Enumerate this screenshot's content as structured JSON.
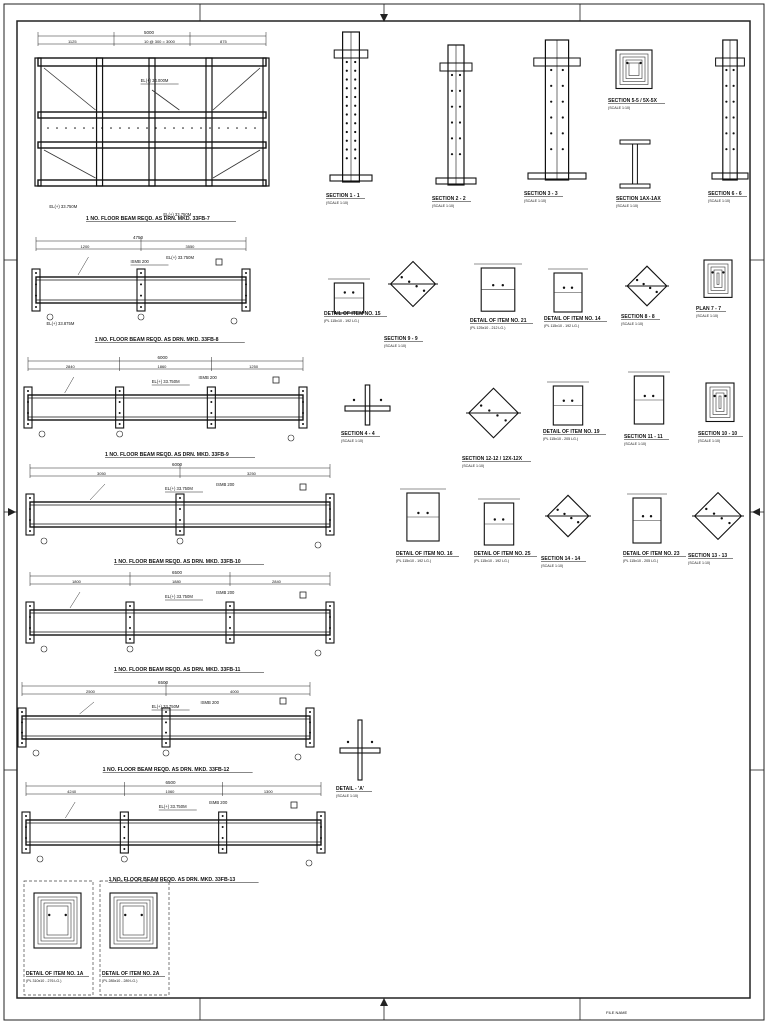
{
  "sheet": {
    "footer_note": "FILE NAME"
  },
  "beams": [
    {
      "caption": "1 NO. FLOOR BEAM REQD. AS DRN. MKD. 33FB-7",
      "overall": "5000",
      "dims": [
        "1125",
        "10 @ 300 = 3000",
        "875"
      ],
      "level1": "EL(+) 34.000M",
      "level2": "EL(+) 33.750M",
      "level3": "EL(+) 33.750M"
    },
    {
      "caption": "1 NO. FLOOR BEAM REQD. AS DRN. MKD. 33FB-8",
      "overall": "4750",
      "dims": [
        "1200",
        "3550"
      ],
      "level1": "ISMB 200",
      "level2": "EL(+) 33.750M",
      "level3": "EL(+) 33.875M"
    },
    {
      "caption": "1 NO. FLOOR BEAM REQD. AS DRN. MKD. 33FB-9",
      "overall": "6000",
      "dims": [
        "2840",
        "1860",
        "1250"
      ],
      "level1": "EL(+) 33.750M",
      "level2": "ISMB 200",
      "level3": ""
    },
    {
      "caption": "1 NO. FLOOR BEAM REQD. AS DRN. MKD. 33FB-10",
      "overall": "6000",
      "dims": [
        "3050",
        "3250"
      ],
      "level1": "EL(+) 33.750M",
      "level2": "ISMB 200",
      "level3": ""
    },
    {
      "caption": "1 NO. FLOOR BEAM REQD. AS DRN. MKD. 33FB-11",
      "overall": "6500",
      "dims": [
        "1800",
        "1880",
        "2840"
      ],
      "level1": "EL(+) 33.750M",
      "level2": "ISMB 200",
      "level3": ""
    },
    {
      "caption": "1 NO. FLOOR BEAM REQD. AS DRN. MKD. 33FB-12",
      "overall": "6500",
      "dims": [
        "2500",
        "4000"
      ],
      "level1": "EL(+) 33.750M",
      "level2": "ISMB 200",
      "level3": ""
    },
    {
      "caption": "1 NO. FLOOR BEAM REQD. AS DRN. MKD. 33FB-13",
      "overall": "6500",
      "dims": [
        "4240",
        "1060",
        "1300"
      ],
      "level1": "EL(+) 33.750M",
      "level2": "ISMB 200",
      "level3": ""
    }
  ],
  "sections": [
    {
      "title": "SECTION 1 - 1",
      "scale": "(SCALE 1:10)"
    },
    {
      "title": "SECTION 2 - 2",
      "scale": "(SCALE 1:10)"
    },
    {
      "title": "SECTION 3 - 3",
      "scale": "(SCALE 1:10)"
    },
    {
      "title": "SECTION 5-5 / 5X-5X",
      "scale": "(SCALE 1:10)"
    },
    {
      "title": "SECTION 1AX-1AX",
      "scale": "(SCALE 1:10)"
    },
    {
      "title": "SECTION 6 - 6",
      "scale": "(SCALE 1:10)"
    },
    {
      "title": "DETAIL OF ITEM NO. 15",
      "scale": "(PL 115x10 - 192 LG.)"
    },
    {
      "title": "SECTION 9 - 9",
      "scale": "(SCALE 1:10)"
    },
    {
      "title": "DETAIL OF ITEM NO. 21",
      "scale": "(PL 125x10 - 212 LG.)"
    },
    {
      "title": "DETAIL OF ITEM NO. 14",
      "scale": "(PL 115x10 - 192 LG.)"
    },
    {
      "title": "SECTION 8 - 8",
      "scale": "(SCALE 1:10)"
    },
    {
      "title": "PLAN 7 - 7",
      "scale": "(SCALE 1:10)"
    },
    {
      "title": "SECTION 4 - 4",
      "scale": "(SCALE 1:10)"
    },
    {
      "title": "SECTION 12-12 / 12X-12X",
      "scale": "(SCALE 1:10)"
    },
    {
      "title": "DETAIL OF ITEM NO. 19",
      "scale": "(PL 115x10 - 205 LG.)"
    },
    {
      "title": "SECTION 11 - 11",
      "scale": "(SCALE 1:10)"
    },
    {
      "title": "SECTION 10 - 10",
      "scale": "(SCALE 1:10)"
    },
    {
      "title": "DETAIL OF ITEM NO. 16",
      "scale": "(PL 115x10 - 192 LG.)"
    },
    {
      "title": "DETAIL OF ITEM NO. 25",
      "scale": "(PL 115x10 - 192 LG.)"
    },
    {
      "title": "SECTION 14 - 14",
      "scale": "(SCALE 1:10)"
    },
    {
      "title": "DETAIL OF ITEM NO. 23",
      "scale": "(PL 115x10 - 205 LG.)"
    },
    {
      "title": "SECTION 13 - 13",
      "scale": "(SCALE 1:10)"
    },
    {
      "title": "DETAIL - 'A'",
      "scale": "(SCALE 1:10)"
    },
    {
      "title": "DETAIL OF ITEM NO. 1A",
      "scale": "(PL 310x10 - 276 LG.)"
    },
    {
      "title": "DETAIL OF ITEM NO. 2A",
      "scale": "(PL 285x10 - 289 LG.)"
    }
  ]
}
